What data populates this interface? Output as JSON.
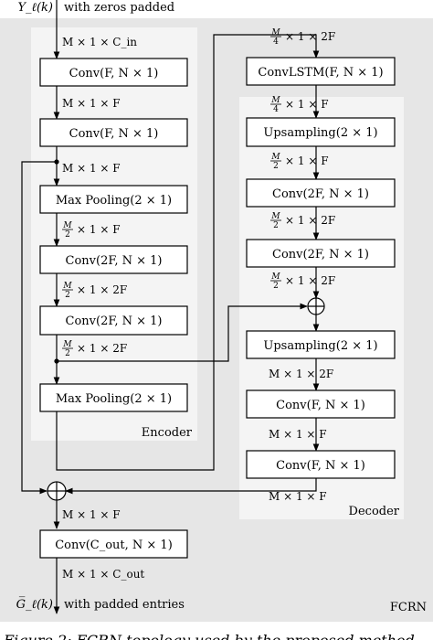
{
  "input": {
    "symbol": "Y_ℓ(k)",
    "note": "with zeros padded"
  },
  "output": {
    "symbol": "G̅_ℓ(k)",
    "note": "with padded entries"
  },
  "regions": {
    "outer": "FCRN",
    "encoder": "Encoder",
    "decoder": "Decoder"
  },
  "encoder": {
    "boxes": [
      "Conv(F, N × 1)",
      "Conv(F, N × 1)",
      "Max Pooling(2 × 1)",
      "Conv(2F, N × 1)",
      "Conv(2F, N × 1)",
      "Max Pooling(2 × 1)"
    ],
    "dims": [
      {
        "frac": "",
        "rest": "M × 1 × C_in"
      },
      {
        "frac": "",
        "rest": "M × 1 × F"
      },
      {
        "frac": "",
        "rest": "M × 1 × F"
      },
      {
        "frac": "M/2",
        "rest": "× 1 × F"
      },
      {
        "frac": "M/2",
        "rest": "× 1 × 2F"
      },
      {
        "frac": "M/2",
        "rest": "× 1 × 2F"
      }
    ]
  },
  "bottleneck": {
    "box": "ConvLSTM(F, N × 1)",
    "dims": [
      {
        "frac": "M/4",
        "rest": "× 1 × 2F"
      },
      {
        "frac": "M/4",
        "rest": "× 1 × F"
      }
    ]
  },
  "decoder": {
    "boxes": [
      "Upsampling(2 × 1)",
      "Conv(2F, N × 1)",
      "Conv(2F, N × 1)",
      "Upsampling(2 × 1)",
      "Conv(F, N × 1)",
      "Conv(F, N × 1)"
    ],
    "dims": [
      {
        "frac": "M/2",
        "rest": "× 1 × F"
      },
      {
        "frac": "M/2",
        "rest": "× 1 × 2F"
      },
      {
        "frac": "M/2",
        "rest": "× 1 × 2F"
      },
      {
        "frac": "",
        "rest": "M × 1 × 2F"
      },
      {
        "frac": "",
        "rest": "M × 1 × F"
      },
      {
        "frac": "",
        "rest": "M × 1 × F"
      }
    ]
  },
  "final": {
    "box": "Conv(C_out, N × 1)",
    "dims": [
      {
        "frac": "",
        "rest": "M × 1 × F"
      },
      {
        "frac": "",
        "rest": "M × 1 × C_out"
      }
    ]
  },
  "caption": "Figure 2: FCRN topology used by the proposed method"
}
